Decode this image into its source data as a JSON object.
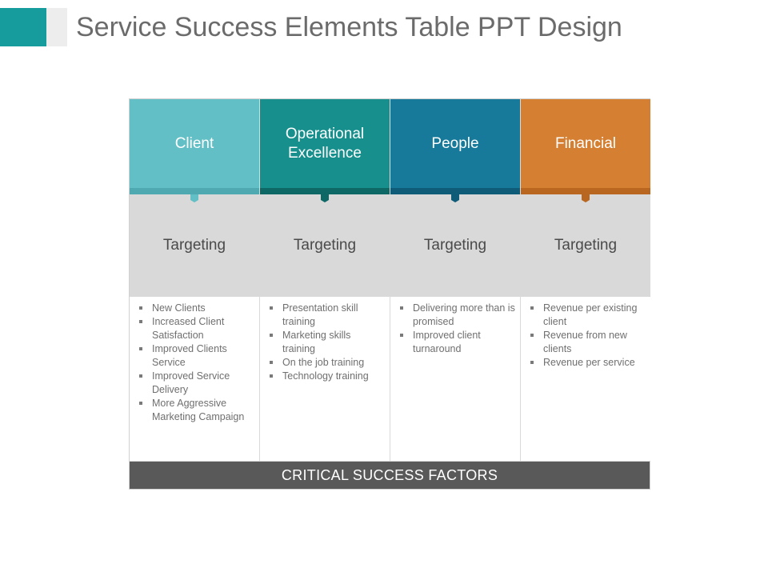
{
  "slide": {
    "title": "Service Success Elements Table PPT Design"
  },
  "colors": {
    "accent_teal": "#169c9c",
    "client": "#62bfc5",
    "client_dark": "#4ea9b0",
    "operational": "#168f8d",
    "operational_dark": "#0e6866",
    "people": "#177a9b",
    "people_dark": "#0f5c78",
    "financial": "#d47f32",
    "financial_dark": "#b86620",
    "footer": "#595959"
  },
  "columns": [
    {
      "header": "Client",
      "target": "Targeting",
      "items": [
        "New Clients",
        "Increased Client Satisfaction",
        "Improved Clients Service",
        "Improved Service Delivery",
        "More Aggressive Marketing Campaign"
      ]
    },
    {
      "header": "Operational Excellence",
      "target": "Targeting",
      "items": [
        "Presentation skill training",
        "Marketing skills training",
        "On the job training",
        "Technology training"
      ]
    },
    {
      "header": "People",
      "target": "Targeting",
      "items": [
        "Delivering more than is promised",
        "Improved client turnaround"
      ]
    },
    {
      "header": "Financial",
      "target": "Targeting",
      "items": [
        "Revenue per existing client",
        "Revenue from new clients",
        "Revenue per service"
      ]
    }
  ],
  "footer": {
    "label": "CRITICAL SUCCESS FACTORS"
  }
}
